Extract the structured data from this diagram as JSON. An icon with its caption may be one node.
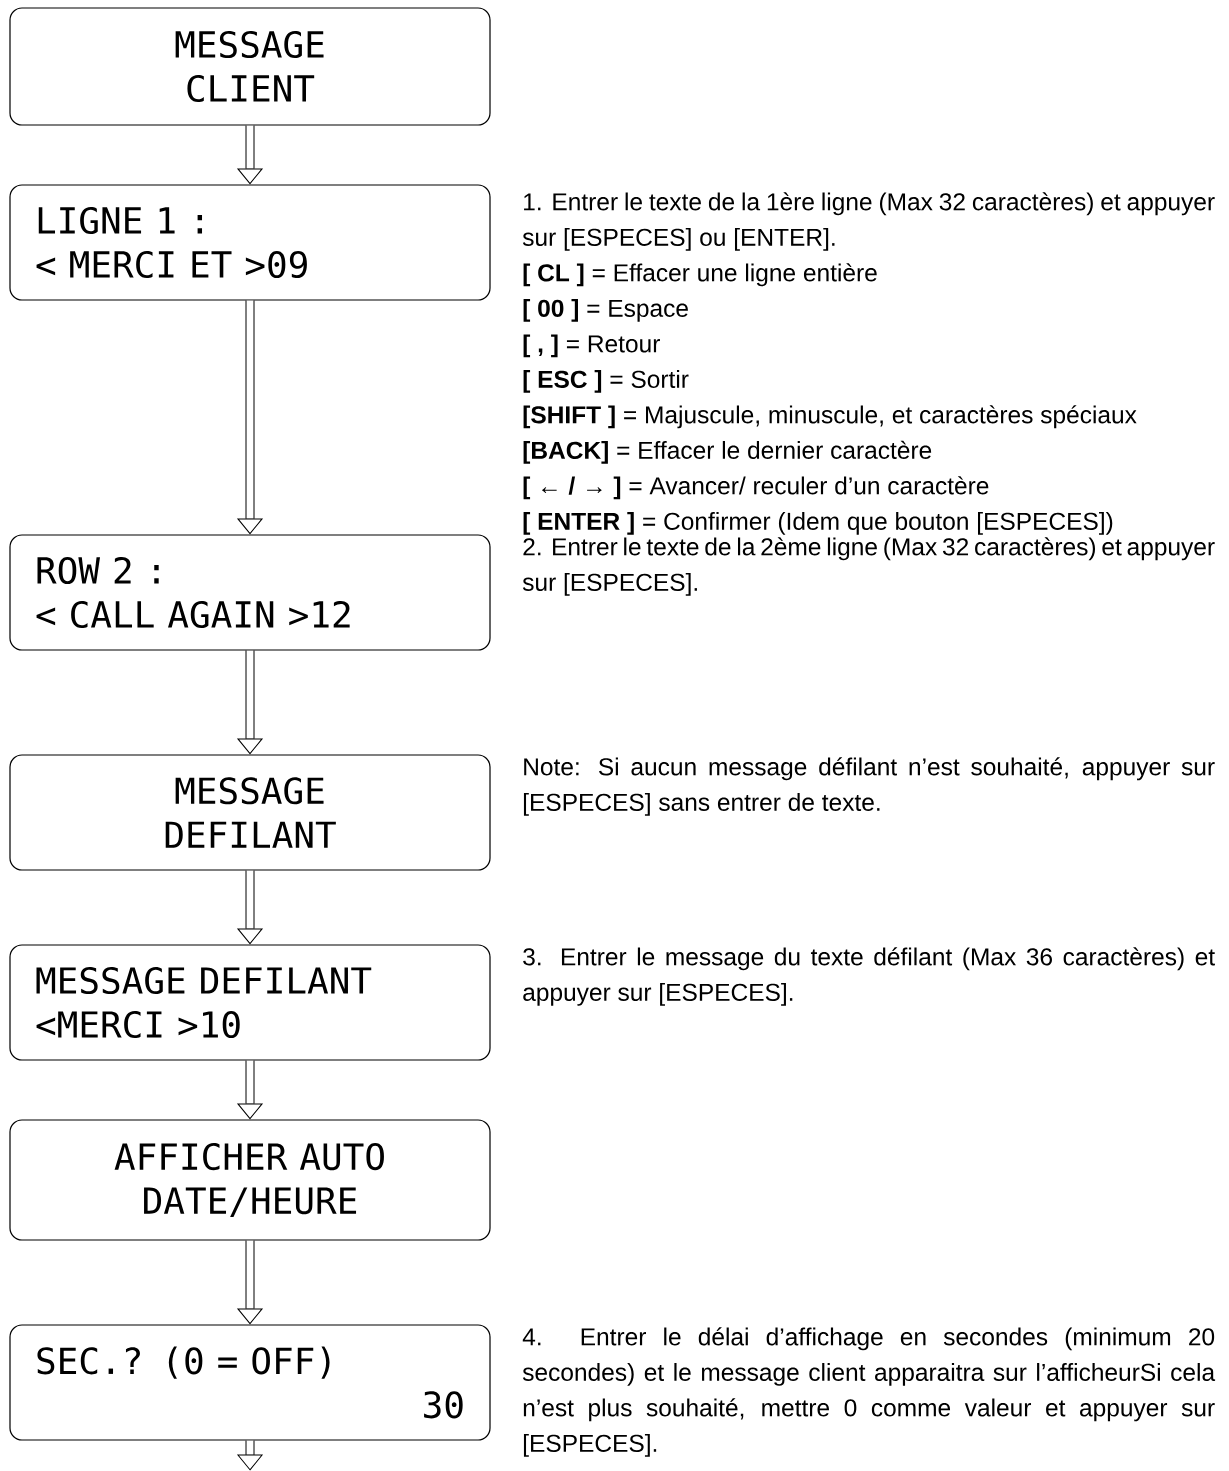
{
  "diagram": {
    "nodes": [
      {
        "text": [
          "MESSAGE CLIENT"
        ]
      },
      {
        "text": [
          "LIGNE 1 :",
          "< MERCI ET >09"
        ],
        "beside": [
          "1. Entrer le texte de la 1ère ligne (Max 32 caractères) et appuyer sur [ESPECES] ou [ENTER].",
          "**[ CL ]** = Effacer une ligne entière",
          "**[ 00 ]** = Espace",
          "**[ , ]** = Retour",
          "**[ ESC ]** = Sortir",
          "**[SHIFT ]** = Majuscule, minuscule, et caractères spéciaux",
          "**[BACK]** = Effacer le dernier caractère",
          "**[ ← / → ]** = Avancer/ reculer d’un caractère",
          "**[ ENTER ]** = Confirmer (Idem que bouton [ESPECES])"
        ]
      },
      {
        "text": [
          "ROW 2 :",
          "< CALL AGAIN >12"
        ],
        "beside": [
          "2. Entrer le texte de la 2ème ligne (Max 32 caractères) et appuyer sur [ESPECES]."
        ]
      },
      {
        "text": [
          "MESSAGE DEFILANT"
        ],
        "beside": [
          "Note: Si aucun message défilant n’est souhaité, appuyer sur [ESPECES] sans entrer de texte."
        ]
      },
      {
        "text": [
          "MESSAGE DEFILANT",
          "<MERCI >10"
        ],
        "beside": [
          "3. Entrer le message du texte défilant (Max 36 caractères) et appuyer sur [ESPECES]."
        ]
      },
      {
        "text": [
          "AFFICHER AUTO DATE/HEURE"
        ]
      },
      {
        "text": [
          "SEC.? (0 = OFF)",
          "30"
        ],
        "beside": [
          "4. Entrer le délai d’affichage en secondes (minimum 20 secondes) et le message client apparaitra sur l’afficheurSi cela n’est plus souhaité, mettre 0 comme valeur et appuyer sur [ESPECES]."
        ]
      }
    ],
    "edges": [
      {
        "from": 0,
        "to": 1,
        "arrow": "to"
      },
      {
        "from": 1,
        "to": 2,
        "arrow": "to"
      },
      {
        "from": 2,
        "to": 3,
        "arrow": "to"
      },
      {
        "from": 3,
        "to": 4,
        "arrow": "to"
      },
      {
        "from": 4,
        "to": 5,
        "arrow": "to"
      },
      {
        "from": 5,
        "to": 6,
        "arrow": "to"
      },
      {
        "from": 6,
        "to": null,
        "arrow": "to"
      }
    ]
  }
}
